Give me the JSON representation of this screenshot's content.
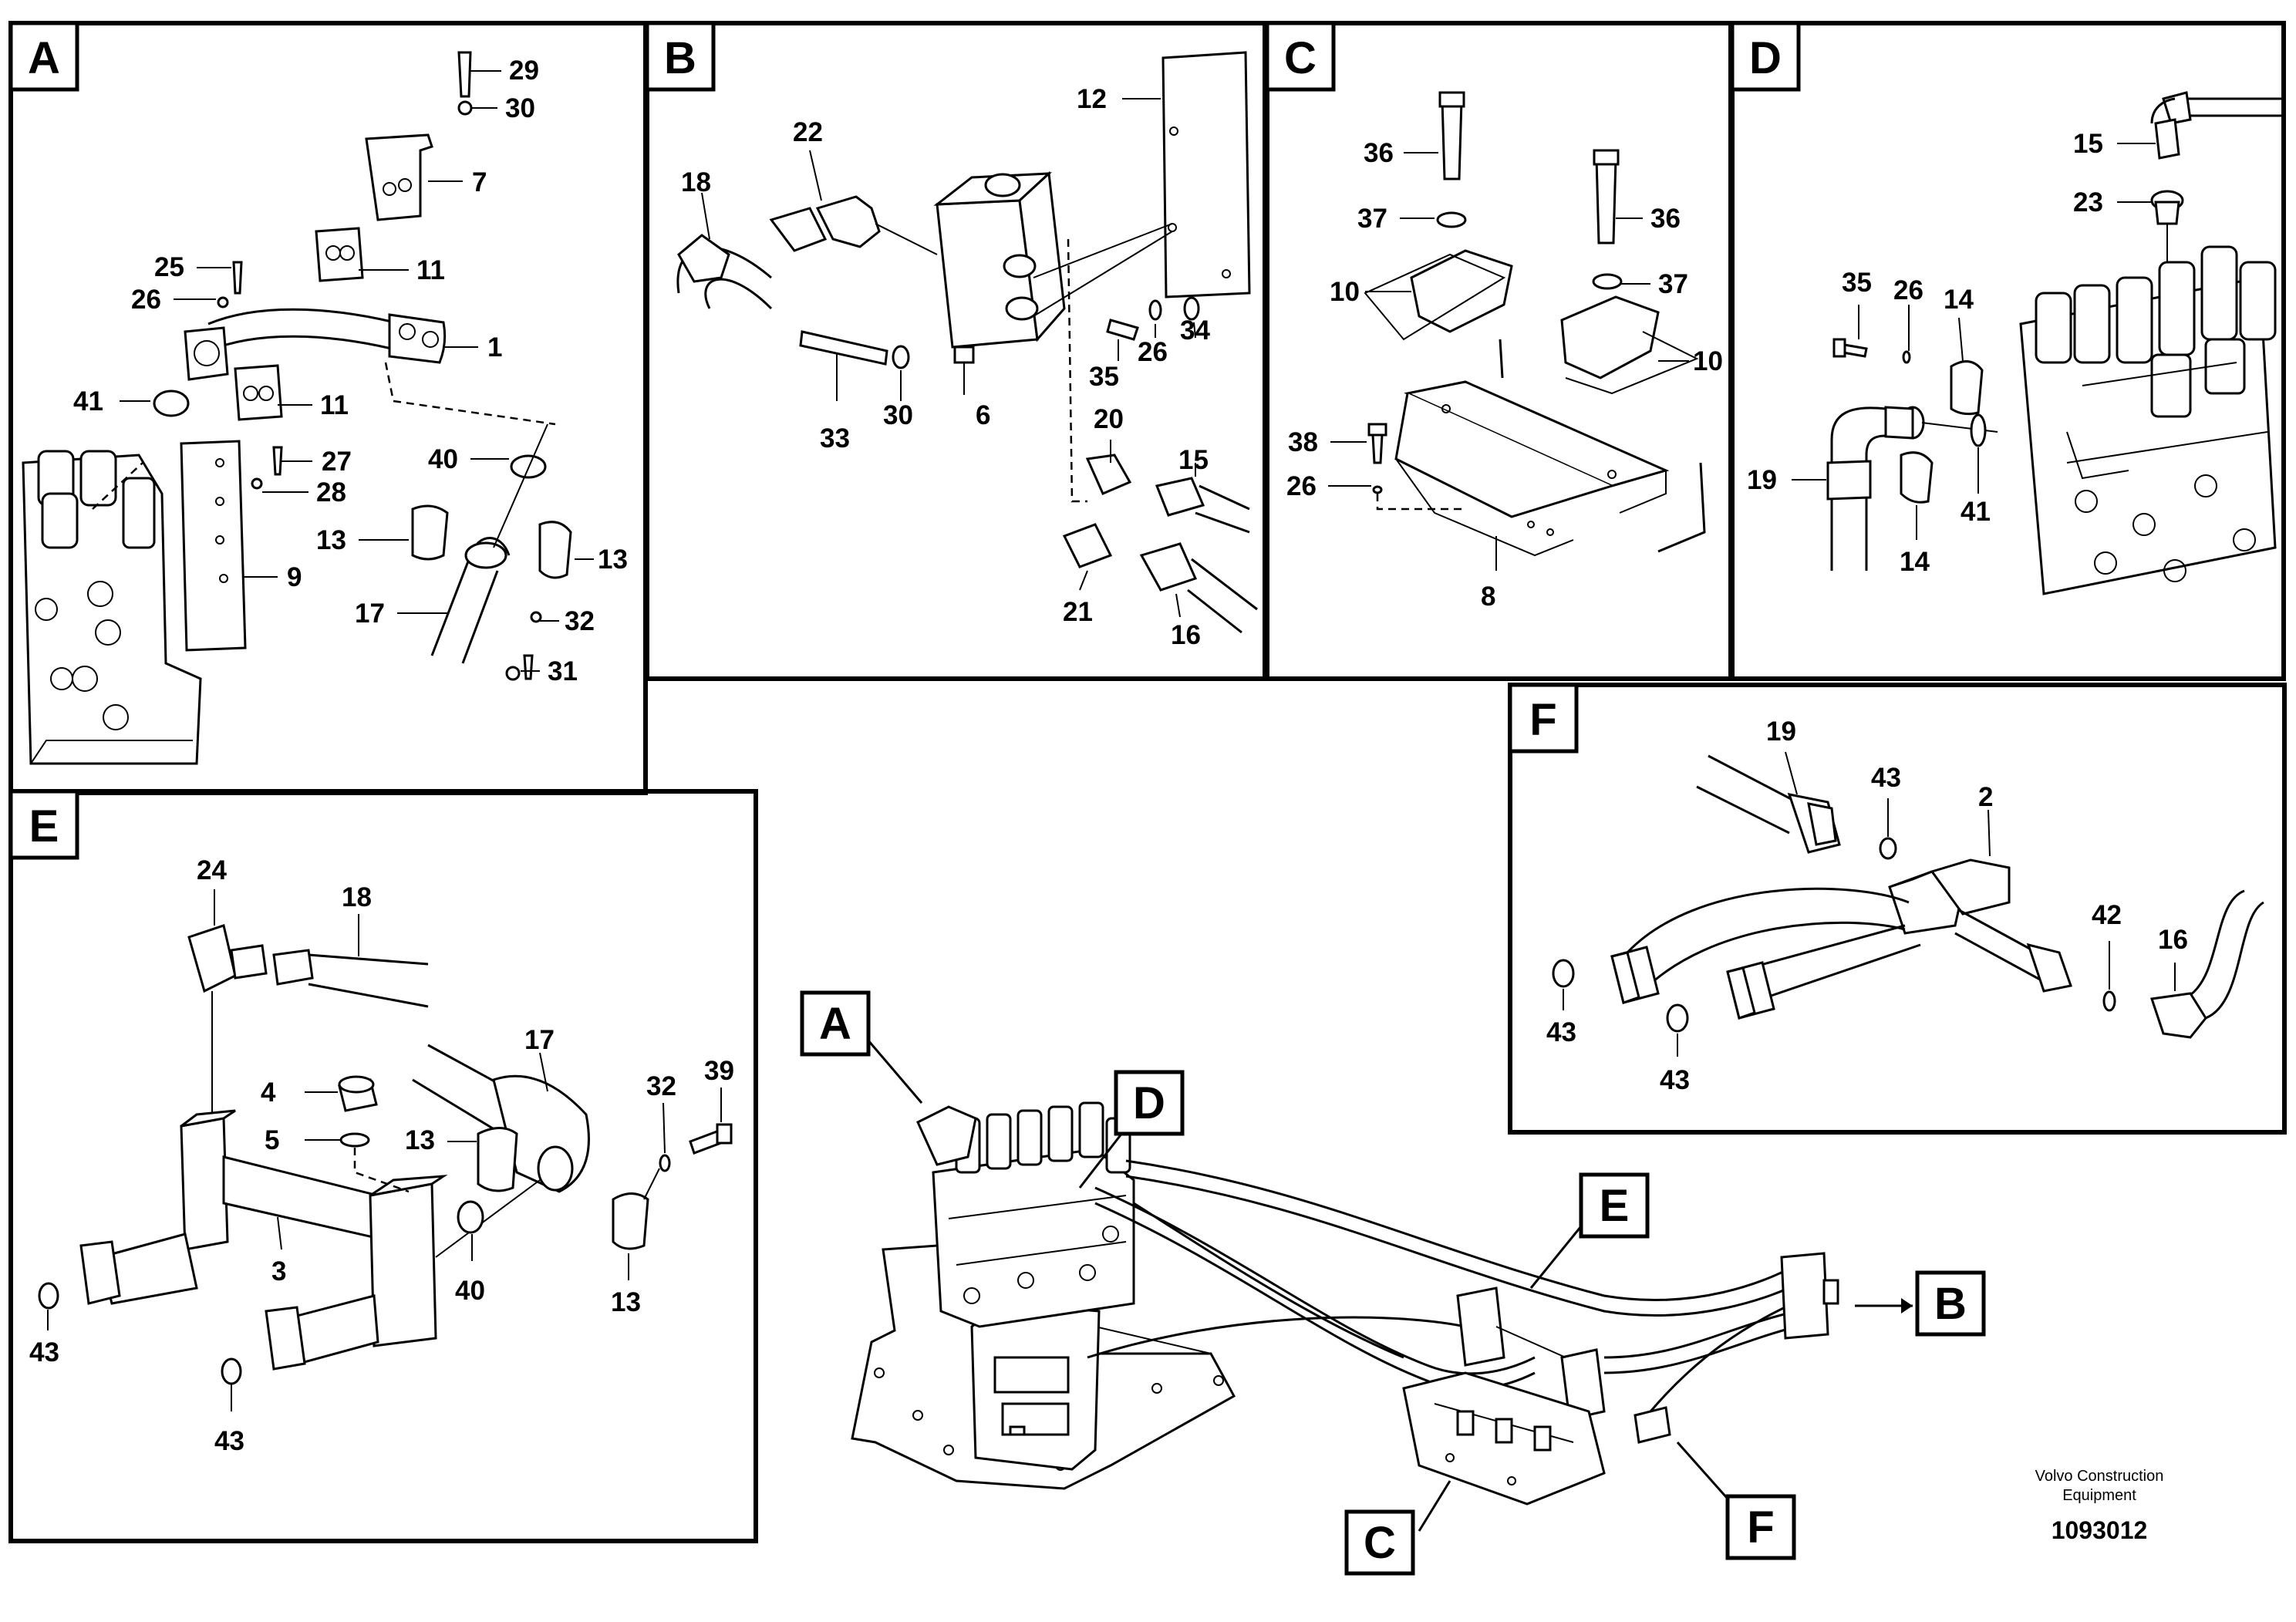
{
  "panels": [
    {
      "id": "A",
      "labels": [
        "29",
        "30",
        "7",
        "25",
        "26",
        "11",
        "1",
        "41",
        "11",
        "27",
        "28",
        "9",
        "40",
        "13",
        "13",
        "17",
        "32",
        "31"
      ]
    },
    {
      "id": "B",
      "labels": [
        "12",
        "22",
        "18",
        "35",
        "26",
        "34",
        "33",
        "30",
        "6",
        "20",
        "15",
        "21",
        "16"
      ]
    },
    {
      "id": "C",
      "labels": [
        "36",
        "37",
        "36",
        "10",
        "37",
        "10",
        "38",
        "26",
        "8"
      ]
    },
    {
      "id": "D",
      "labels": [
        "15",
        "23",
        "35",
        "26",
        "14",
        "19",
        "41",
        "14"
      ]
    },
    {
      "id": "E",
      "labels": [
        "24",
        "18",
        "17",
        "4",
        "39",
        "32",
        "5",
        "13",
        "3",
        "40",
        "13",
        "43",
        "43"
      ]
    },
    {
      "id": "F",
      "labels": [
        "19",
        "43",
        "2",
        "42",
        "16",
        "43",
        "43"
      ]
    }
  ],
  "overview_tags": [
    "A",
    "D",
    "E",
    "B",
    "C",
    "F"
  ],
  "footer": {
    "brand_line1": "Volvo Construction",
    "brand_line2": "Equipment",
    "drawing_id": "1093012"
  }
}
